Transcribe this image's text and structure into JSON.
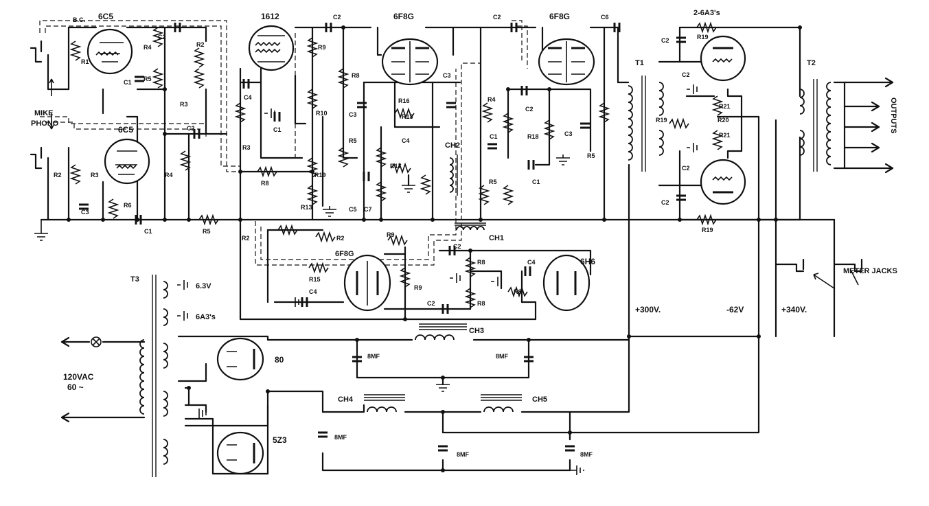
{
  "tubes": {
    "v1": "6C5",
    "v2": "6C5",
    "v3": "1612",
    "v4": "6F8G",
    "v5": "6F8G",
    "v6": "2-6A3's",
    "v7": "6F8G",
    "v8": "6H6",
    "v9": "80",
    "v10": "5Z3"
  },
  "transformers": {
    "t1": "T1",
    "t2": "T2",
    "t3": "T3"
  },
  "chokes": {
    "ch1": "CH1",
    "ch2": "CH2",
    "ch3": "CH3",
    "ch4": "CH4",
    "ch5": "CH5"
  },
  "inputs": {
    "mike": "MIKE",
    "phono": "PHONO",
    "bc": "B.C."
  },
  "outputs": {
    "label": "OUTPUTS",
    "meter_jacks": "METER JACKS"
  },
  "power": {
    "ac_in": "120VAC",
    "freq": "60 ~",
    "heater1": "6.3V",
    "heater2": "6A3's"
  },
  "voltages": {
    "b_plus": "+300V.",
    "bias": "-62V",
    "b_plus2": "+340V."
  },
  "filter_caps": {
    "c_a": "8MF",
    "c_b": "8MF",
    "c_c": "8MF",
    "c_d": "8MF",
    "c_e": "8MF"
  },
  "components": {
    "r1": "R1",
    "r2": "R2",
    "r3": "R3",
    "r4": "R4",
    "r5": "R5",
    "r6": "R6",
    "r8": "R8",
    "r9": "R9",
    "r10": "R10",
    "r13": "R13",
    "r15": "R15",
    "r16": "R16",
    "r17": "R17",
    "r18": "R18",
    "r19": "R19",
    "r20": "R20",
    "r21": "R21",
    "c1": "C1",
    "c2": "C2",
    "c3": "C3",
    "c4": "C4",
    "c5": "C5",
    "c6": "C6",
    "c7": "C7"
  }
}
